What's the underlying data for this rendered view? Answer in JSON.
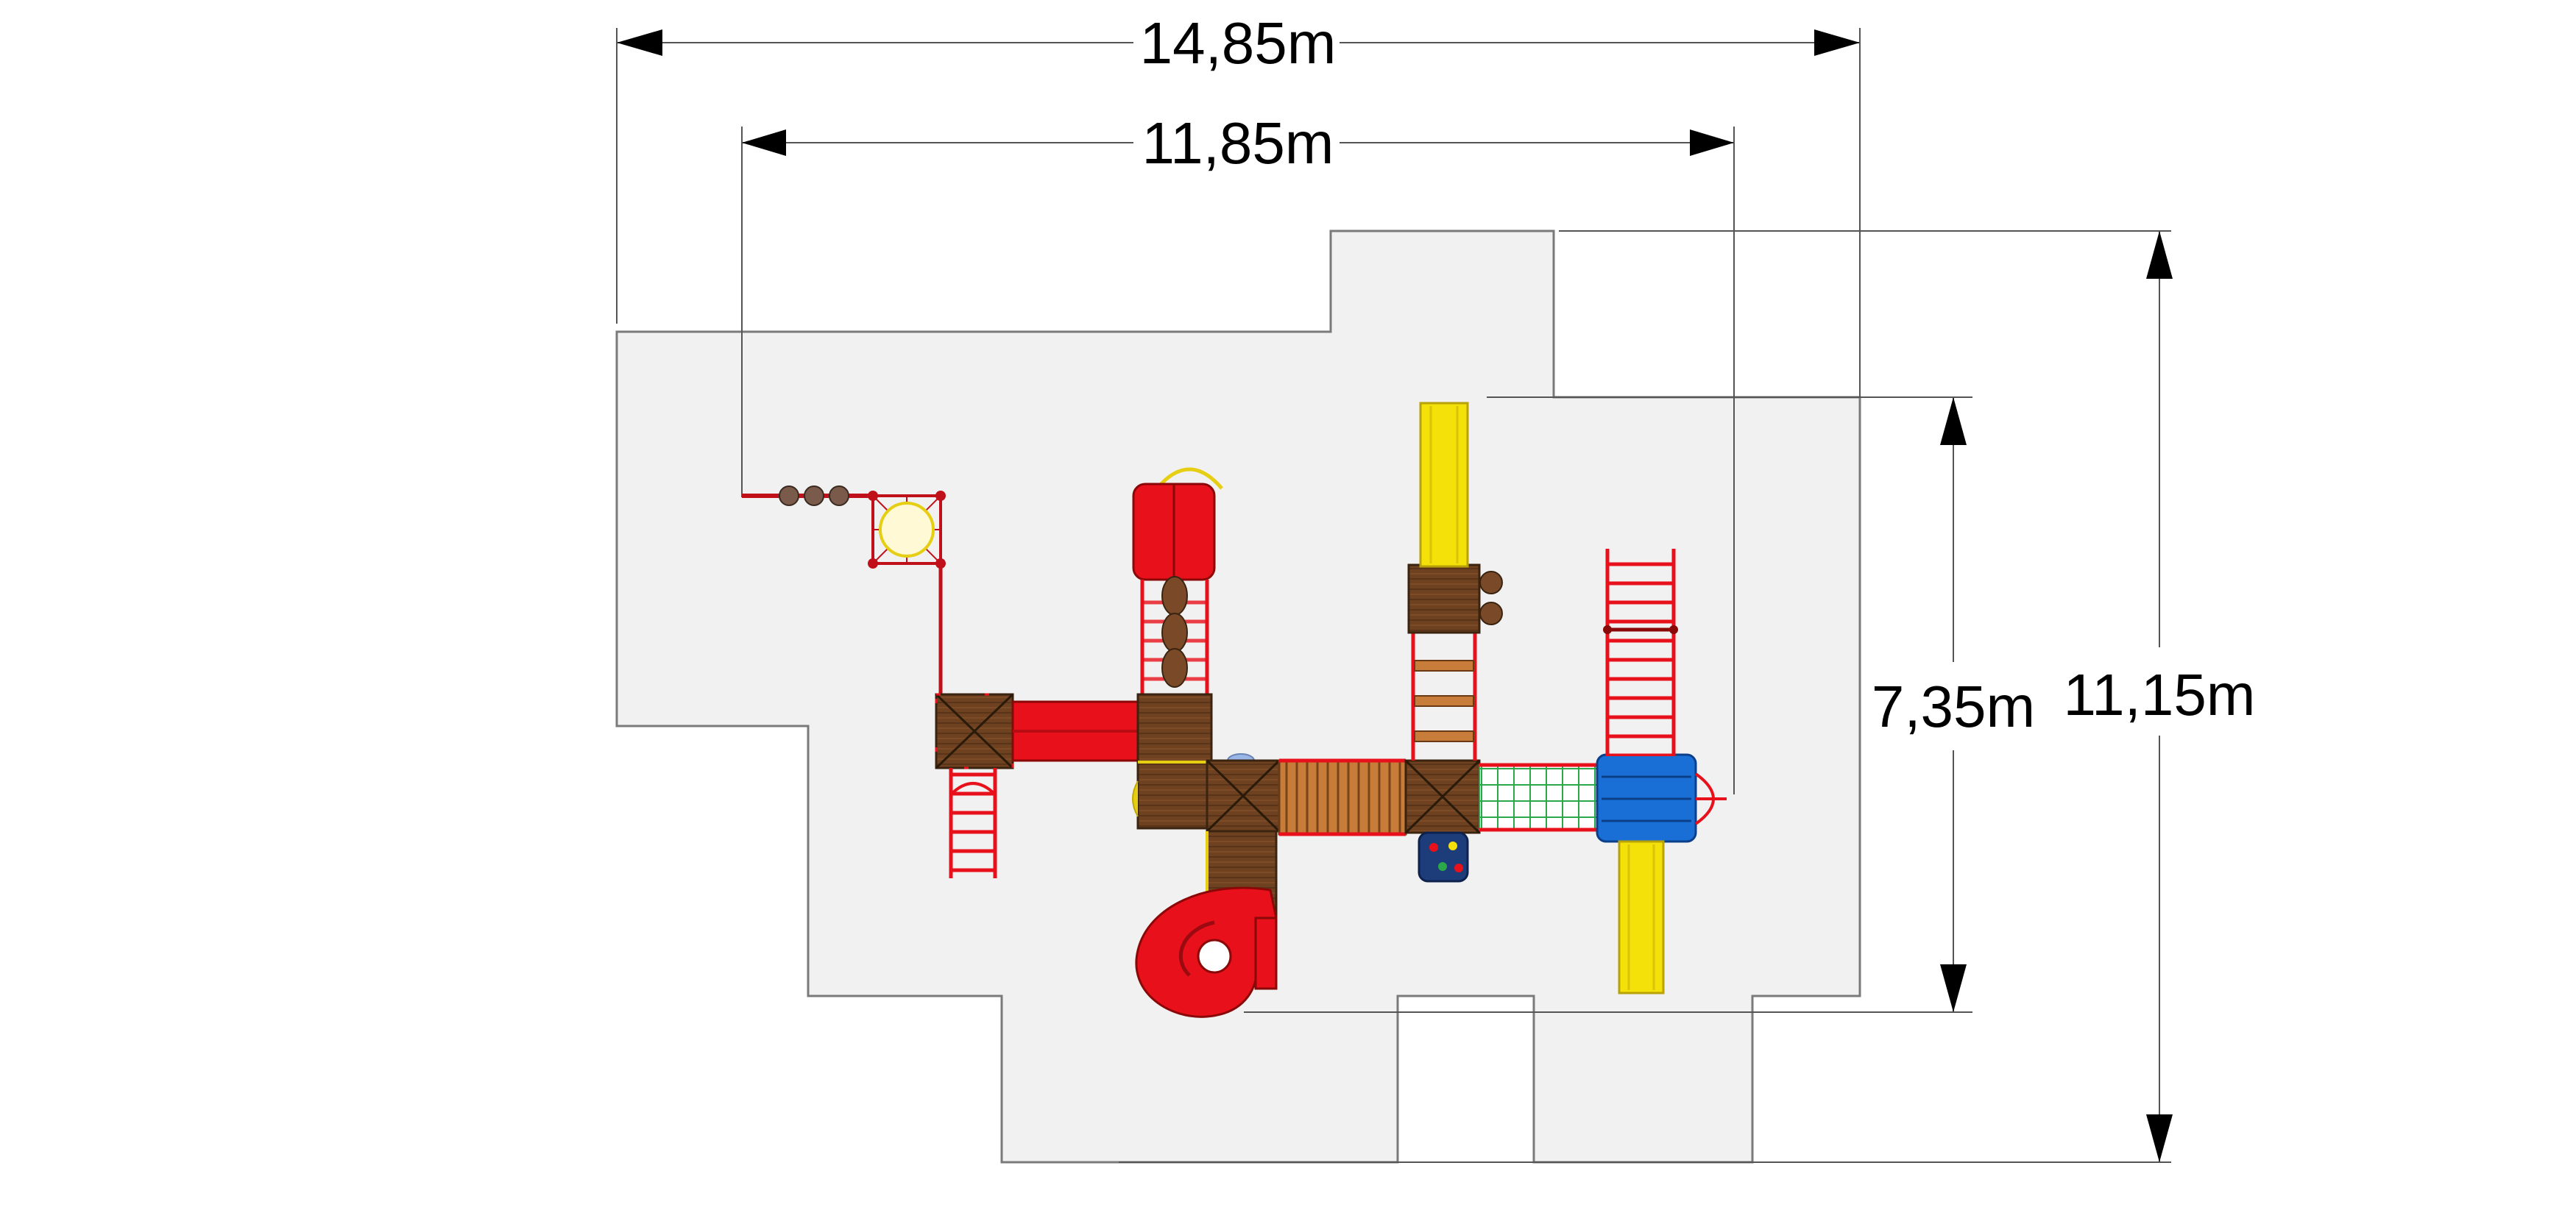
{
  "dimensions": {
    "overall_width": "14,85m",
    "structure_width": "11,85m",
    "structure_depth": "7,35m",
    "overall_depth": "11,15m"
  },
  "colors": {
    "safety_zone_fill": "#f1f1f1",
    "safety_zone_stroke": "#7a7a7a",
    "dimension_line": "#555555",
    "arrow": "#000000",
    "wood_dark": "#6b3f1f",
    "wood_light": "#a0622d",
    "red": "#e8101a",
    "yellow": "#f5e10a",
    "blue": "#1a6fd6",
    "navy": "#1d3d7a"
  }
}
